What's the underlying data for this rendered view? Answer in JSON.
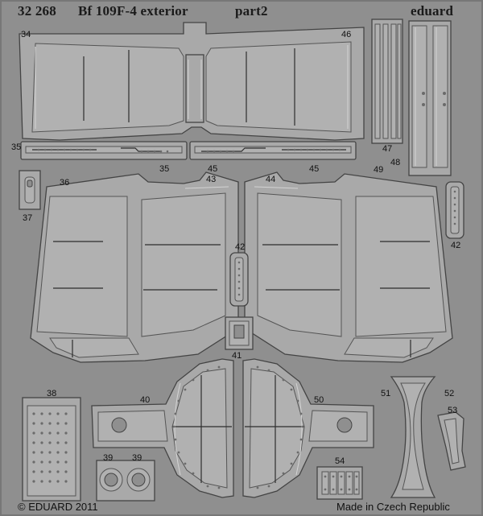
{
  "header": {
    "set_number": "32 268",
    "title": "Bf 109F-4 exterior",
    "part": "part2",
    "brand": "eduard"
  },
  "footer": {
    "copyright": "© EDUARD 2011",
    "origin": "Made in Czech Republic"
  },
  "part_numbers": {
    "p34": "34",
    "p46": "46",
    "p35a": "35",
    "p35b": "35",
    "p45a": "45",
    "p45b": "45",
    "p47": "47",
    "p48": "48",
    "p36": "36",
    "p43": "43",
    "p44": "44",
    "p49": "49",
    "p37": "37",
    "p42a": "42",
    "p42b": "42",
    "p41": "41",
    "p38": "38",
    "p40": "40",
    "p50": "50",
    "p39a": "39",
    "p39b": "39",
    "p51": "51",
    "p52": "52",
    "p53": "53",
    "p54": "54"
  },
  "colors": {
    "fret": "#8f8f8f",
    "part_fill": "#a9a9a9",
    "part_edge": "#4a4a4a",
    "etch_line": "#2e2e2e",
    "highlight": "#d6d6d6"
  }
}
